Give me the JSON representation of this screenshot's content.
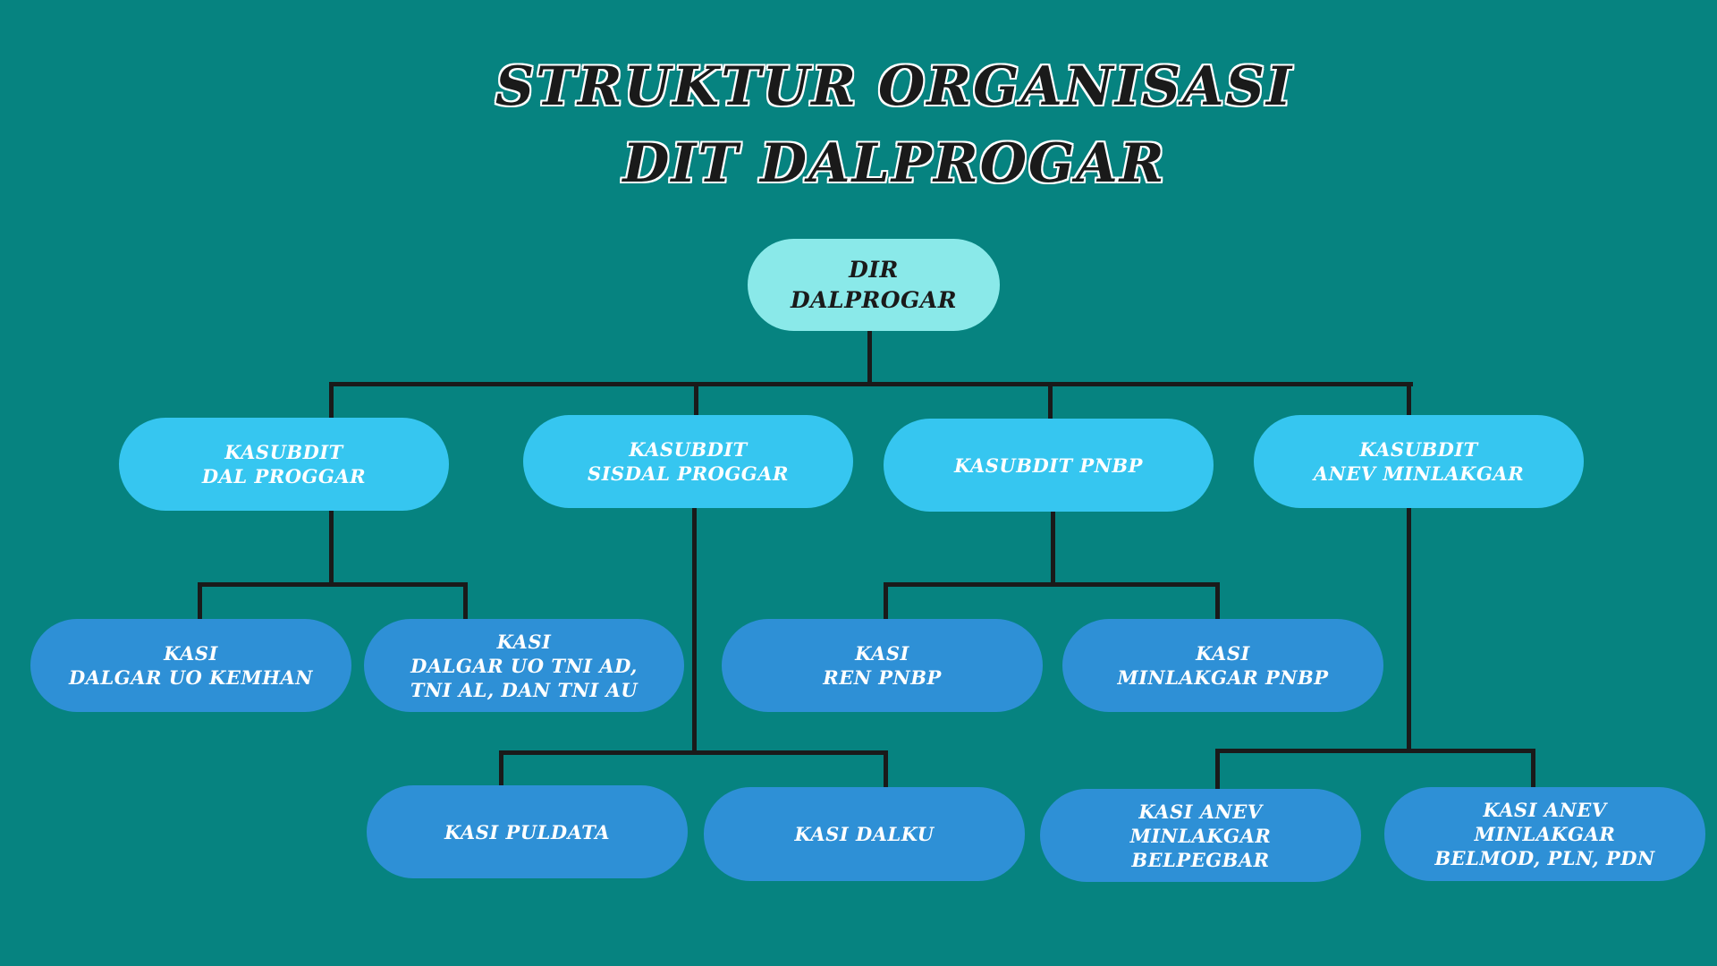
{
  "title": {
    "line1": "STRUKTUR ORGANISASI",
    "line2": "DIT DALPROGAR"
  },
  "colors": {
    "background": "#068380",
    "director": "#8ae9e9",
    "kasubdit": "#36c6f0",
    "kasi": "#2e90d6",
    "connector": "#1a1a1a"
  },
  "director": {
    "line1": "DIR",
    "line2": "DALPROGAR"
  },
  "kasubdit": [
    {
      "line1": "KASUBDIT",
      "line2": "DAL PROGGAR"
    },
    {
      "line1": "KASUBDIT",
      "line2": "SISDAL PROGGAR"
    },
    {
      "line1": "KASUBDIT PNBP"
    },
    {
      "line1": "KASUBDIT",
      "line2": "ANEV MINLAKGAR"
    }
  ],
  "kasi": [
    {
      "line1": "KASI",
      "line2": "DALGAR UO KEMHAN"
    },
    {
      "line1": "KASI",
      "line2": "DALGAR UO TNI AD, TNI AL, DAN TNI AU"
    },
    {
      "line1": "KASI",
      "line2": "REN PNBP"
    },
    {
      "line1": "KASI",
      "line2": "MINLAKGAR PNBP"
    },
    {
      "line1": "KASI PULDATA"
    },
    {
      "line1": "KASI DALKU"
    },
    {
      "line1": "KASI ANEV MINLAKGAR",
      "line2": "BELPEGBAR"
    },
    {
      "line1": "KASI ANEV MINLAKGAR",
      "line2": "BELMOD, PLN, PDN"
    }
  ]
}
